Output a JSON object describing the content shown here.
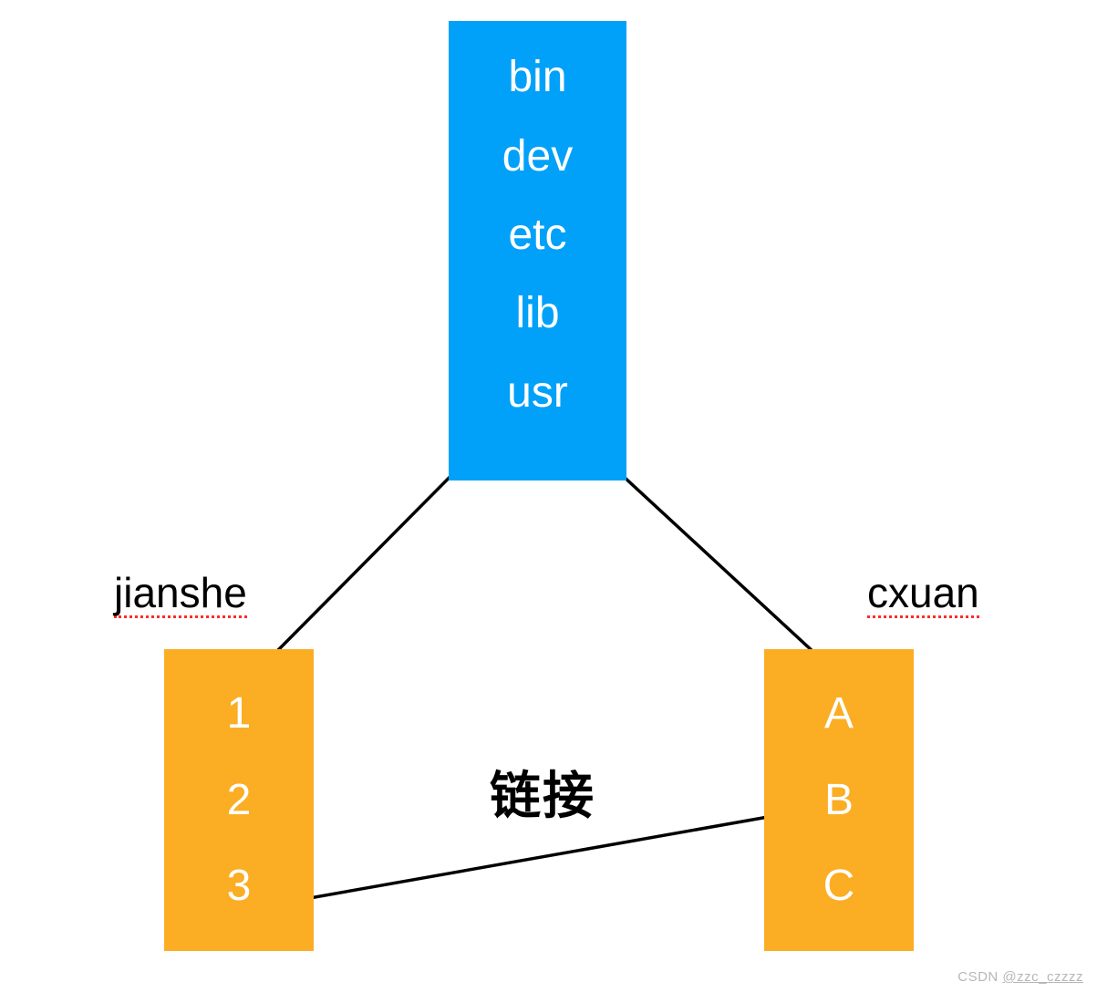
{
  "diagram": {
    "root_box": {
      "items": [
        "bin",
        "dev",
        "etc",
        "lib",
        "usr"
      ],
      "fill": "#02A1F9"
    },
    "left_box": {
      "label": "jianshe",
      "items": [
        "1",
        "2",
        "3"
      ],
      "fill": "#FBAD24"
    },
    "right_box": {
      "label": "cxuan",
      "items": [
        "A",
        "B",
        "C"
      ],
      "fill": "#FBAD24"
    },
    "link_label": "链接",
    "item_text_color": "#FFFFFF",
    "connector_color": "#000000",
    "label_underline_color": "#FF2A2A"
  },
  "watermark": {
    "prefix": "CSDN ",
    "handle": "@zzc_czzzz",
    "color": "#B7B7B7"
  }
}
